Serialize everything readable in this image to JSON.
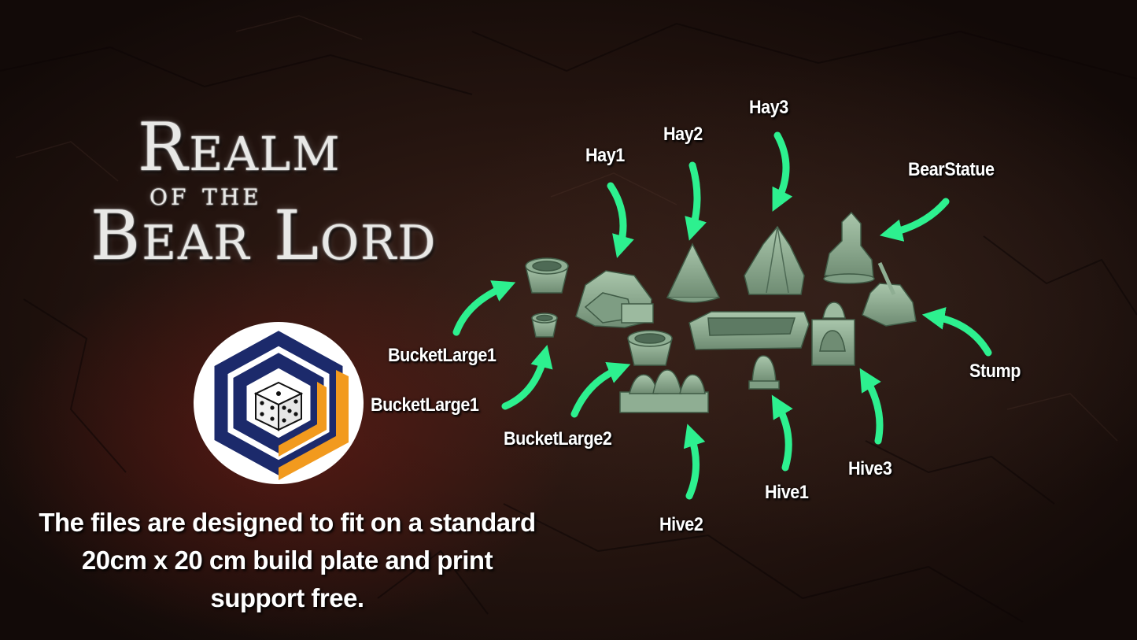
{
  "title": {
    "line1": "Realm",
    "line2": "of the",
    "line3": "Bear Lord"
  },
  "caption": {
    "line1": "The files are designed to fit on a standard",
    "line2": "20cm x 20 cm build plate and print",
    "line3": "support free."
  },
  "labels": {
    "hay1": "Hay1",
    "hay2": "Hay2",
    "hay3": "Hay3",
    "bear_statue": "BearStatue",
    "bucket_large1_a": "BucketLarge1",
    "bucket_large1_b": "BucketLarge1",
    "bucket_large2": "BucketLarge2",
    "hive1": "Hive1",
    "hive2": "Hive2",
    "hive3": "Hive3",
    "stump": "Stump"
  },
  "colors": {
    "arrow": "#2df08f",
    "model": "#8fae93",
    "logo_navy": "#1c2a6b",
    "logo_orange": "#f29a1e"
  }
}
